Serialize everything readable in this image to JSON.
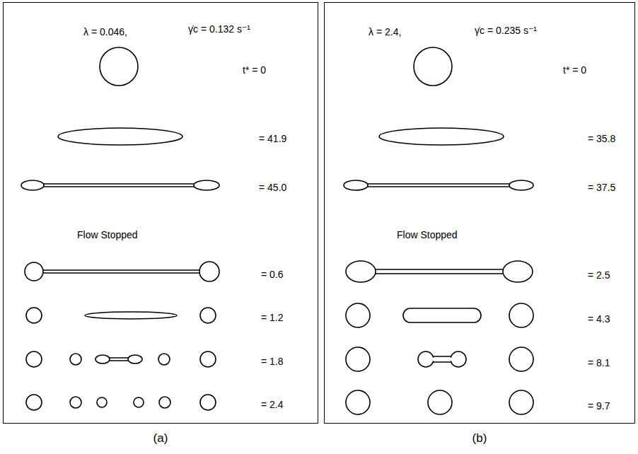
{
  "diagram": {
    "nodes": [
      {
        "text": [
          "λ = 0.046,",
          "γ̇c = 0.132 s⁻¹",
          "t* = 0",
          "= 41.9",
          "= 45.0",
          "Flow Stopped",
          "= 0.6",
          "= 1.2",
          "= 1.8",
          "= 2.4"
        ]
      },
      {
        "text": [
          "λ = 2.4,",
          "γ̇c = 0.235 s⁻¹",
          "t* = 0",
          "= 35.8",
          "= 37.5",
          "Flow Stopped",
          "= 2.5",
          "= 4.3",
          "= 8.1",
          "= 9.7"
        ]
      }
    ],
    "edges": [],
    "labels": [
      "(a)",
      "(b)"
    ]
  }
}
